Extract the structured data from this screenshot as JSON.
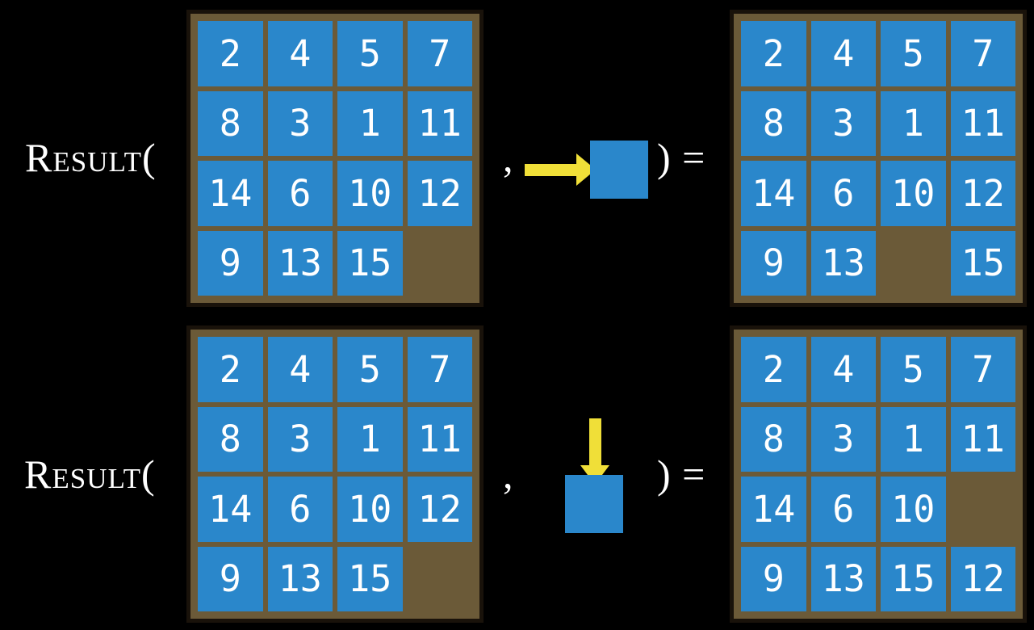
{
  "colors": {
    "background": "#000000",
    "board_brown": "#6b5a38",
    "board_border": "#19120a",
    "tile_blue": "#2a87cb",
    "arrow_yellow": "#f0df38",
    "number_white": "#ffffff",
    "label_white": "#ffffff"
  },
  "board": {
    "size": 4
  },
  "rows": [
    {
      "function_label": "Result(",
      "comma": ",",
      "move": {
        "icon": "arrow-right-icon",
        "direction": "right"
      },
      "close_label": ") =",
      "input_grid": [
        [
          "2",
          "4",
          "5",
          "7"
        ],
        [
          "8",
          "3",
          "1",
          "11"
        ],
        [
          "14",
          "6",
          "10",
          "12"
        ],
        [
          "9",
          "13",
          "15",
          ""
        ]
      ],
      "output_grid": [
        [
          "2",
          "4",
          "5",
          "7"
        ],
        [
          "8",
          "3",
          "1",
          "11"
        ],
        [
          "14",
          "6",
          "10",
          "12"
        ],
        [
          "9",
          "13",
          "",
          "15"
        ]
      ]
    },
    {
      "function_label": "Result(",
      "comma": ",",
      "move": {
        "icon": "arrow-down-icon",
        "direction": "down"
      },
      "close_label": ") =",
      "input_grid": [
        [
          "2",
          "4",
          "5",
          "7"
        ],
        [
          "8",
          "3",
          "1",
          "11"
        ],
        [
          "14",
          "6",
          "10",
          "12"
        ],
        [
          "9",
          "13",
          "15",
          ""
        ]
      ],
      "output_grid": [
        [
          "2",
          "4",
          "5",
          "7"
        ],
        [
          "8",
          "3",
          "1",
          "11"
        ],
        [
          "14",
          "6",
          "10",
          ""
        ],
        [
          "9",
          "13",
          "15",
          "12"
        ]
      ]
    }
  ]
}
